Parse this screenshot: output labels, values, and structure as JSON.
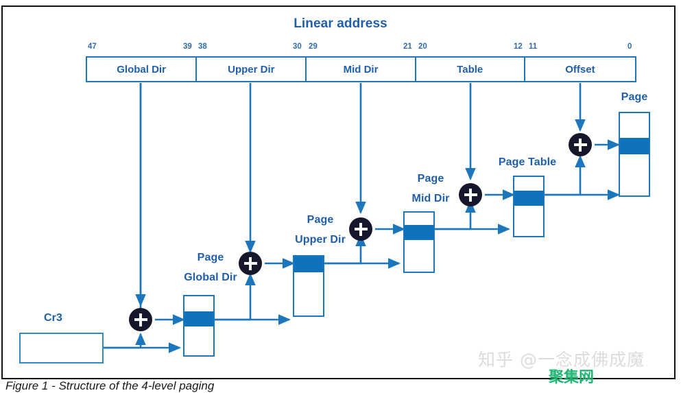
{
  "figure": {
    "title": "Linear address",
    "caption": "Figure 1 - Structure of the 4-level paging"
  },
  "colors": {
    "line_blue": "#1B76BC",
    "fill_blue": "#0E72BC",
    "text_blue": "#1F5FA9",
    "adder_dark": "#17172b",
    "frame": "#111111",
    "watermark_gray": "#dcdcdc",
    "watermark_green": "#21b573"
  },
  "linear_address": {
    "label": "Linear address",
    "fields": [
      {
        "name": "Global Dir",
        "high_bit": "47",
        "low_bit": "39"
      },
      {
        "name": "Upper Dir",
        "high_bit": "38",
        "low_bit": "30"
      },
      {
        "name": "Mid Dir",
        "high_bit": "29",
        "low_bit": "21"
      },
      {
        "name": "Table",
        "high_bit": "20",
        "low_bit": "12"
      },
      {
        "name": "Offset",
        "high_bit": "11",
        "low_bit": "0"
      }
    ],
    "bit_marks": [
      "47",
      "39",
      "38",
      "30",
      "29",
      "21",
      "20",
      "12",
      "11",
      "0"
    ]
  },
  "registers": {
    "cr3": {
      "label": "Cr3"
    }
  },
  "tables": [
    {
      "id": "page_global_dir",
      "label_line1": "Page",
      "label_line2": "Global Dir"
    },
    {
      "id": "page_upper_dir",
      "label_line1": "Page",
      "label_line2": "Upper Dir"
    },
    {
      "id": "page_mid_dir",
      "label_line1": "Page",
      "label_line2": "Mid Dir"
    },
    {
      "id": "page_table",
      "label_line1": "Page Table",
      "label_line2": ""
    },
    {
      "id": "page",
      "label_line1": "Page",
      "label_line2": ""
    }
  ],
  "adders": {
    "symbol": "+",
    "count": 5
  },
  "watermarks": {
    "zhihu": "知乎 @一念成佛成魔",
    "site": "聚集网"
  }
}
